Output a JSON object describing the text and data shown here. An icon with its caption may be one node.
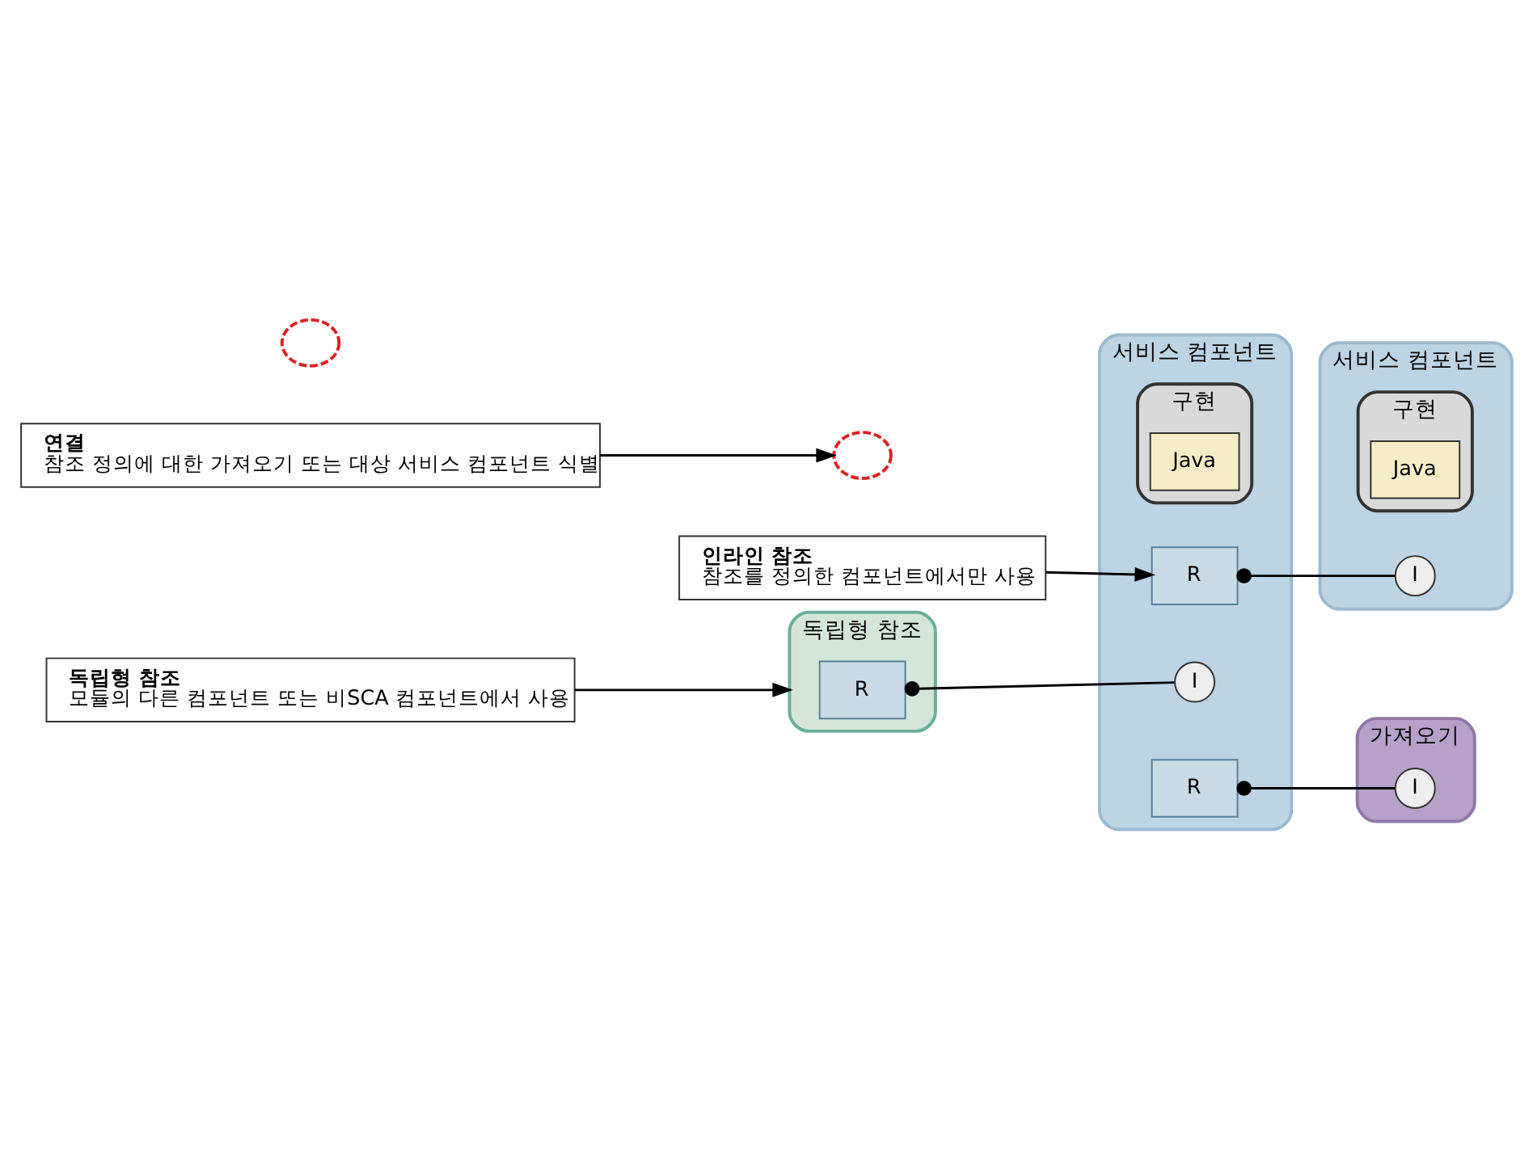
{
  "diagram": {
    "nodes": [
      {
        "text": [
          "독립형 참조"
        ]
      },
      {
        "text": [
          "R"
        ],
        "in": 0
      },
      {
        "text": [
          "서비스 컴포넌트"
        ]
      },
      {
        "text": [
          "I"
        ],
        "in": 2
      },
      {
        "text": [
          "구현"
        ],
        "in": 2
      },
      {
        "text": [
          "Java"
        ],
        "in": 4
      },
      {
        "text": [
          "R"
        ],
        "in": 2
      },
      {
        "text": [
          "R"
        ],
        "in": 2
      },
      {
        "text": [
          "서비스 컴포넌트"
        ]
      },
      {
        "text": [
          "I"
        ],
        "in": 8
      },
      {
        "text": [
          "구현"
        ],
        "in": 8
      },
      {
        "text": [
          "Java"
        ],
        "in": 10
      },
      {
        "text": [
          "가져오기"
        ]
      },
      {
        "text": [
          "I"
        ],
        "in": 12
      },
      {
        "text": [
          "독립형 참조",
          "모듈의 다른 컴포넌트 또는 비SCA 컴포넌트에서 사용"
        ]
      },
      {
        "text": [
          "인라인 참조",
          "참조를 정의한 컴포넌트에서만 사용"
        ]
      },
      {
        "text": [
          "연결",
          "참조 정의에 대한 가져오기 또는 대상 서비스 컴포넌트 식별"
        ]
      },
      {
        "text": [],
        "shape": "ellipse"
      },
      {
        "text": [],
        "shape": "ellipse"
      }
    ],
    "edges": [
      {
        "from": 1,
        "to": 3,
        "arrow": "other"
      },
      {
        "from": 6,
        "to": 9,
        "arrow": "other"
      },
      {
        "from": 7,
        "to": 13,
        "arrow": "other"
      },
      {
        "from": 14,
        "to": 0,
        "arrow": "to"
      },
      {
        "from": 15,
        "to": 6,
        "arrow": "to"
      },
      {
        "from": 16,
        "to": 18,
        "arrow": "to"
      }
    ]
  }
}
